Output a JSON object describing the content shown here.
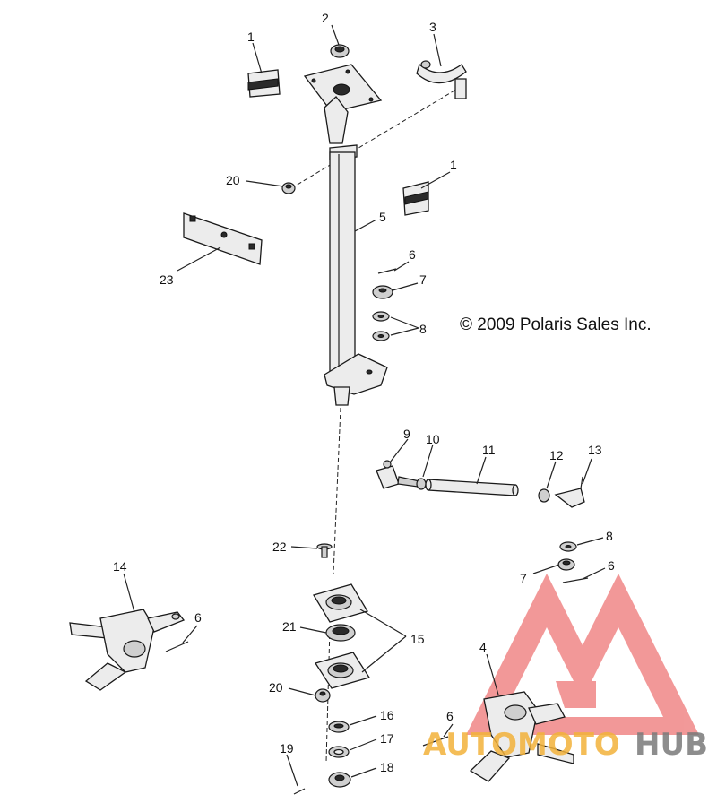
{
  "copyright": "© 2009 Polaris Sales Inc.",
  "callouts": [
    "1",
    "2",
    "3",
    "1",
    "20",
    "5",
    "23",
    "6",
    "7",
    "8",
    "9",
    "10",
    "11",
    "12",
    "13",
    "22",
    "8",
    "7",
    "6",
    "14",
    "6",
    "21",
    "15",
    "20",
    "16",
    "17",
    "18",
    "19",
    "6",
    "4"
  ],
  "watermark": {
    "text_left": "AUTOMOTO",
    "text_right": "HUB",
    "color_red": "#e84545",
    "color_orange": "#f3b23a",
    "color_gray": "#7a7a7a"
  }
}
